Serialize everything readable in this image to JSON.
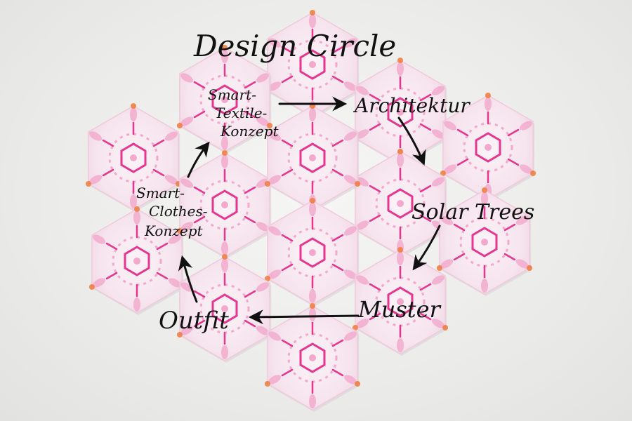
{
  "title": "Design Circle",
  "nodes": {
    "smart_textile": [
      "Smart-",
      "Textile-",
      "Konzept"
    ],
    "architektur": "Architektur",
    "solar_trees": "Solar Trees",
    "muster": "Muster",
    "outfit": "Outfit",
    "smart_clothes": [
      "Smart-",
      "Clothes-",
      "Konzept"
    ]
  },
  "colors": {
    "paper": "#f5e6ee",
    "pattern_strong": "#e8358f",
    "pattern_soft": "#f3a8cc",
    "corner_tape": "#f07a3a",
    "ink": "#111111"
  }
}
